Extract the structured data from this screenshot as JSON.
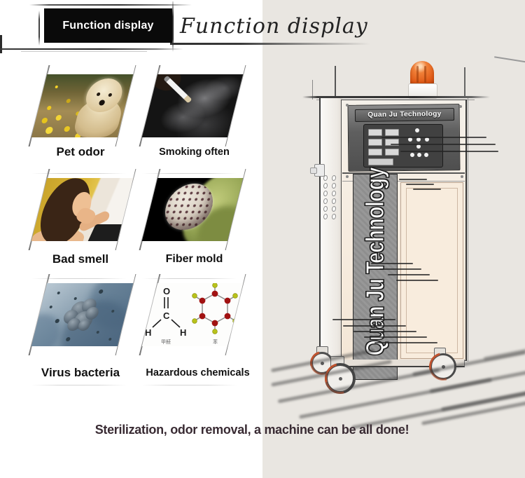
{
  "header": {
    "badge": "Function display",
    "title": "Function display"
  },
  "grid": {
    "items": [
      {
        "label": "Pet odor",
        "image": "puppy-in-flower-field"
      },
      {
        "label": "Smoking often",
        "image": "cigarette-with-smoke"
      },
      {
        "label": "Bad smell",
        "image": "woman-pinching-nose"
      },
      {
        "label": "Fiber mold",
        "image": "mold-spore-on-green-fiber"
      },
      {
        "label": "Virus bacteria",
        "image": "blue-microbe-cluster"
      },
      {
        "label": "Hazardous chemicals",
        "image": "chemical-structure-diagrams"
      }
    ]
  },
  "chem": {
    "o": "O",
    "c": "C",
    "h_left": "H",
    "h_right": "H",
    "formaldehyde_label": "甲醛",
    "benzene_label": "苯"
  },
  "machine": {
    "brand_plate": "Quan Ju Technology",
    "side_banner": "Quan Ju Technology"
  },
  "footer": {
    "caption": "Sterilization, odor removal, a machine can be all done!"
  },
  "colors": {
    "beacon_orange": "#e05a17",
    "right_panel_bg": "#e9e6e1",
    "caption_text": "#392b33",
    "banner_gray": "#8e8e8e",
    "wheel_accent": "#c0532f",
    "carbon_red": "#a11212",
    "hydrogen_green": "#b8c21a"
  }
}
